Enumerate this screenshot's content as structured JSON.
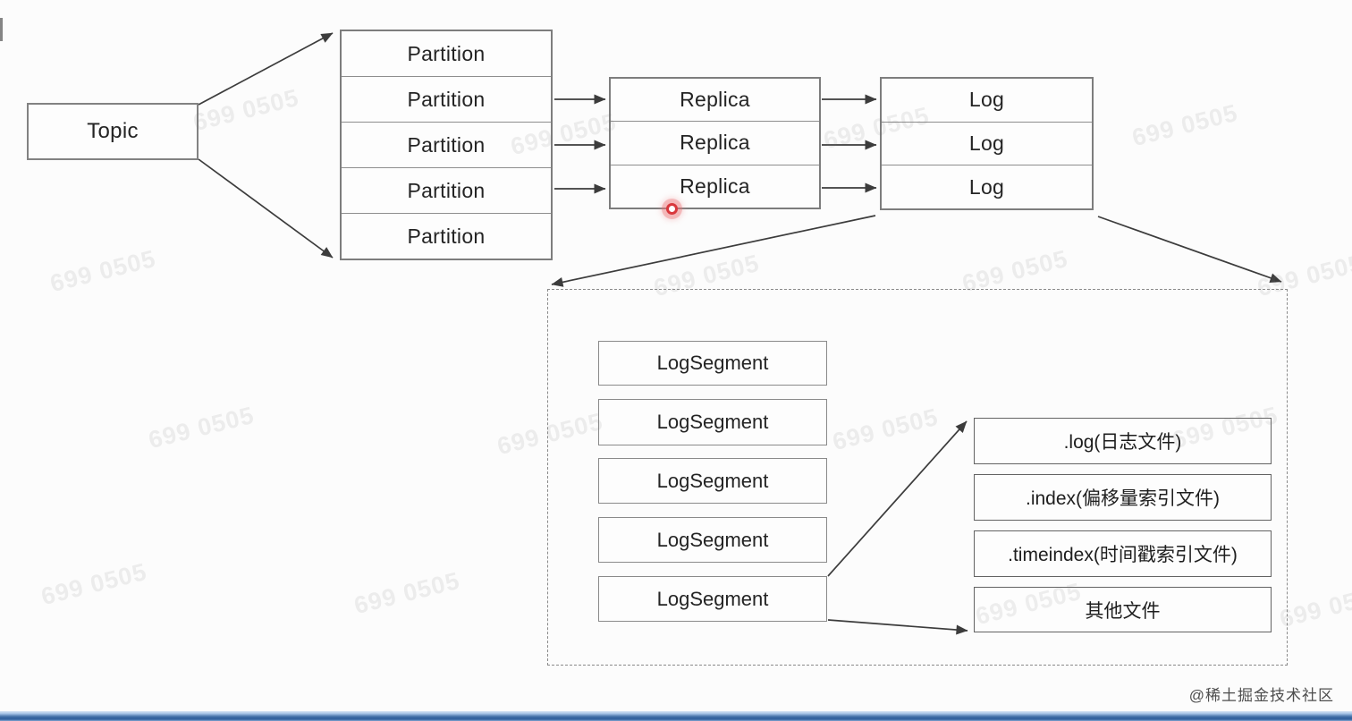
{
  "page": {
    "watermark_text": "699 0505",
    "credit": "@稀土掘金技术社区"
  },
  "colors": {
    "background": "#fcfcfc",
    "box_border": "#7d7d7d",
    "file_box_border": "#636363",
    "text": "#242424",
    "arrow": "#3c3c3c",
    "cursor_red": "#d9383d",
    "bottom_bar_blue_dark": "#2f5e9b",
    "bottom_bar_blue_light": "#a6c3e6",
    "watermark_gray": "#7d7d7d"
  },
  "diagram": {
    "topic_label": "Topic",
    "partitions": [
      "Partition",
      "Partition",
      "Partition",
      "Partition",
      "Partition"
    ],
    "replicas": [
      "Replica",
      "Replica",
      "Replica"
    ],
    "logs": [
      "Log",
      "Log",
      "Log"
    ],
    "log_segments": [
      "LogSegment",
      "LogSegment",
      "LogSegment",
      "LogSegment",
      "LogSegment"
    ],
    "segment_files": [
      ".log(日志文件)",
      ".index(偏移量索引文件)",
      ".timeindex(时间戳索引文件)",
      "其他文件"
    ]
  }
}
